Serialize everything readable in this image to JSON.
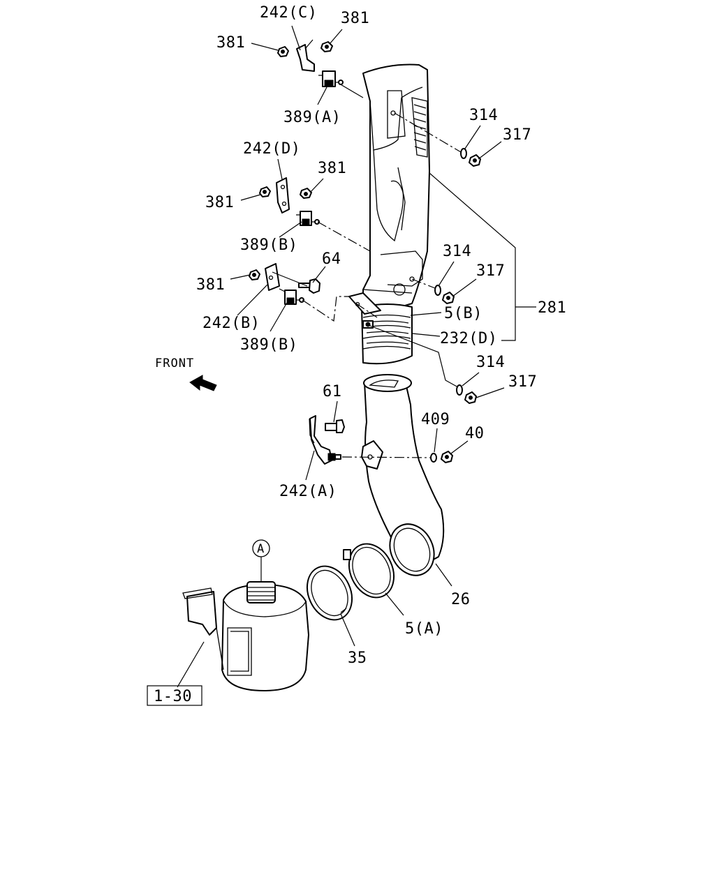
{
  "labels": {
    "l242c": "242(C)",
    "l381_top_right": "381",
    "l381_top_left": "381",
    "l389a": "389(A)",
    "l314_top": "314",
    "l317_top": "317",
    "l242d": "242(D)",
    "l381_mid_right": "381",
    "l381_mid_left": "381",
    "l389b_upper": "389(B)",
    "l314_mid": "314",
    "l317_mid": "317",
    "l64": "64",
    "l381_lower": "381",
    "l5b": "5(B)",
    "l281": "281",
    "l242b": "242(B)",
    "l232d": "232(D)",
    "l389b_lower": "389(B)",
    "l314_low": "314",
    "l317_low": "317",
    "front": "FRONT",
    "l61": "61",
    "l409": "409",
    "l40": "40",
    "l242a": "242(A)",
    "callout_a": "A",
    "l26": "26",
    "l5a": "5(A)",
    "l35": "35",
    "ref_box": "1-30"
  }
}
